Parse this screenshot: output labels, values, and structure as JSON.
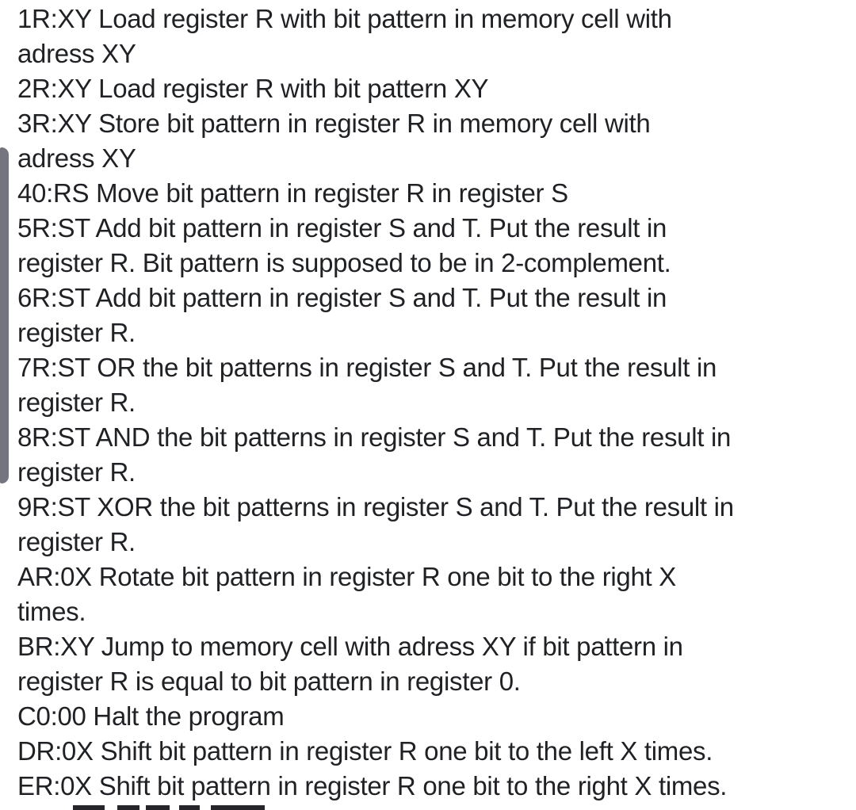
{
  "page": {
    "background_color": "#ffffff",
    "text_color": "#1f2124",
    "scrollbar_color": "#75757f"
  },
  "doc": {
    "lines": [
      "1R:XY Load register R with bit pattern in memory cell with",
      "adress XY",
      "2R:XY Load register R with bit pattern XY",
      "3R:XY Store bit pattern in register R in memory cell with",
      "adress XY",
      "40:RS Move bit pattern in register R in register S",
      "5R:ST Add bit pattern in register S and T. Put the result in",
      "register R. Bit pattern is supposed to be in 2-complement.",
      "6R:ST Add bit pattern in register S and T. Put the result in",
      "register R.",
      "7R:ST OR the bit patterns in register S and T. Put the result in",
      "register R.",
      "8R:ST AND the bit patterns in register S and T. Put the result in",
      "register R.",
      "9R:ST XOR the bit patterns in register S and T. Put the result in",
      "register R.",
      "AR:0X Rotate bit pattern in register R one bit to the right X",
      "times.",
      "BR:XY Jump to memory cell with adress XY if bit pattern in",
      "register R is equal to bit pattern in register 0.",
      "C0:00 Halt the program",
      "DR:0X Shift bit pattern in register R one bit to the left X times.",
      "ER:0X Shift bit pattern in register R one bit to the right X times."
    ]
  }
}
